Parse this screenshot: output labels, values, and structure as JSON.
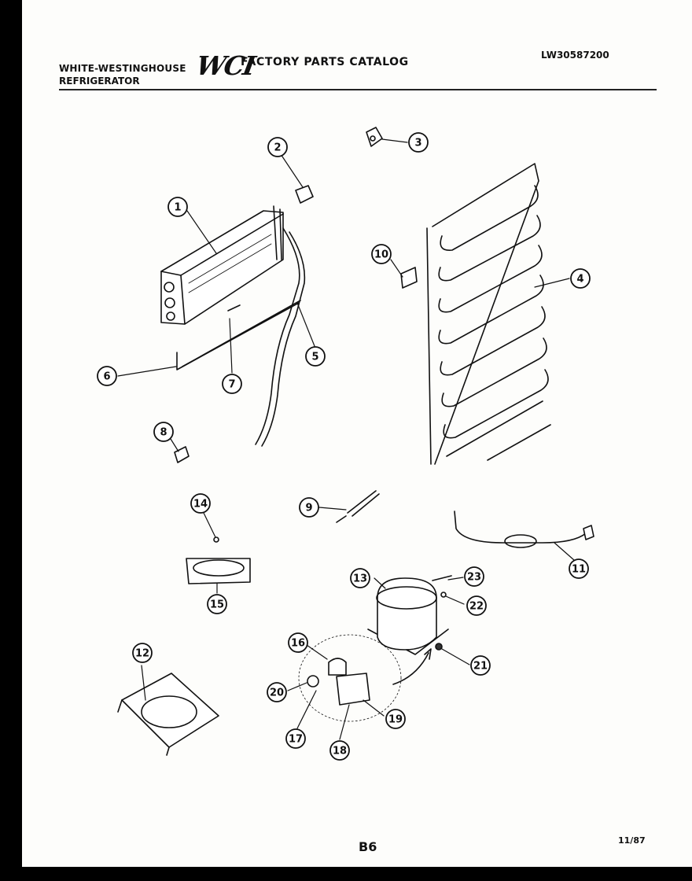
{
  "header": {
    "brand": "WHITE-WESTINGHOUSE",
    "product": "REFRIGERATOR",
    "logo": "WCI",
    "catalog_title": "FACTORY PARTS CATALOG",
    "model_number": "LW30587200"
  },
  "callouts": {
    "c1": "1",
    "c2": "2",
    "c3": "3",
    "c4": "4",
    "c5": "5",
    "c6": "6",
    "c7": "7",
    "c8": "8",
    "c9": "9",
    "c10": "10",
    "c11": "11",
    "c12": "12",
    "c13": "13",
    "c14": "14",
    "c15": "15",
    "c16": "16",
    "c17": "17",
    "c18": "18",
    "c19": "19",
    "c20": "20",
    "c21": "21",
    "c22": "22",
    "c23": "23"
  },
  "footer": {
    "page": "B6",
    "date": "11/87"
  }
}
